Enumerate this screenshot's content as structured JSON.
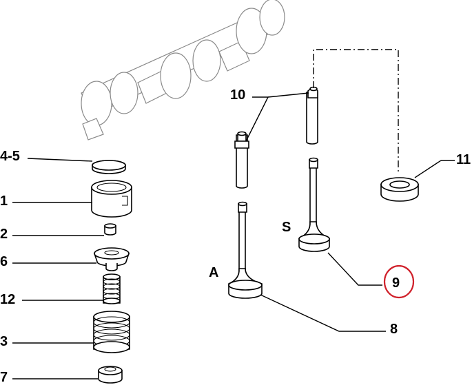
{
  "callouts": {
    "c45": "4-5",
    "c1": "1",
    "c2": "2",
    "c6": "6",
    "c12": "12",
    "c3": "3",
    "c7": "7",
    "c10": "10",
    "c11": "11",
    "c9": "9",
    "c8": "8",
    "valve_a": "A",
    "valve_s": "S"
  },
  "highlight": {
    "callout": "9",
    "color": "#d0202a"
  }
}
